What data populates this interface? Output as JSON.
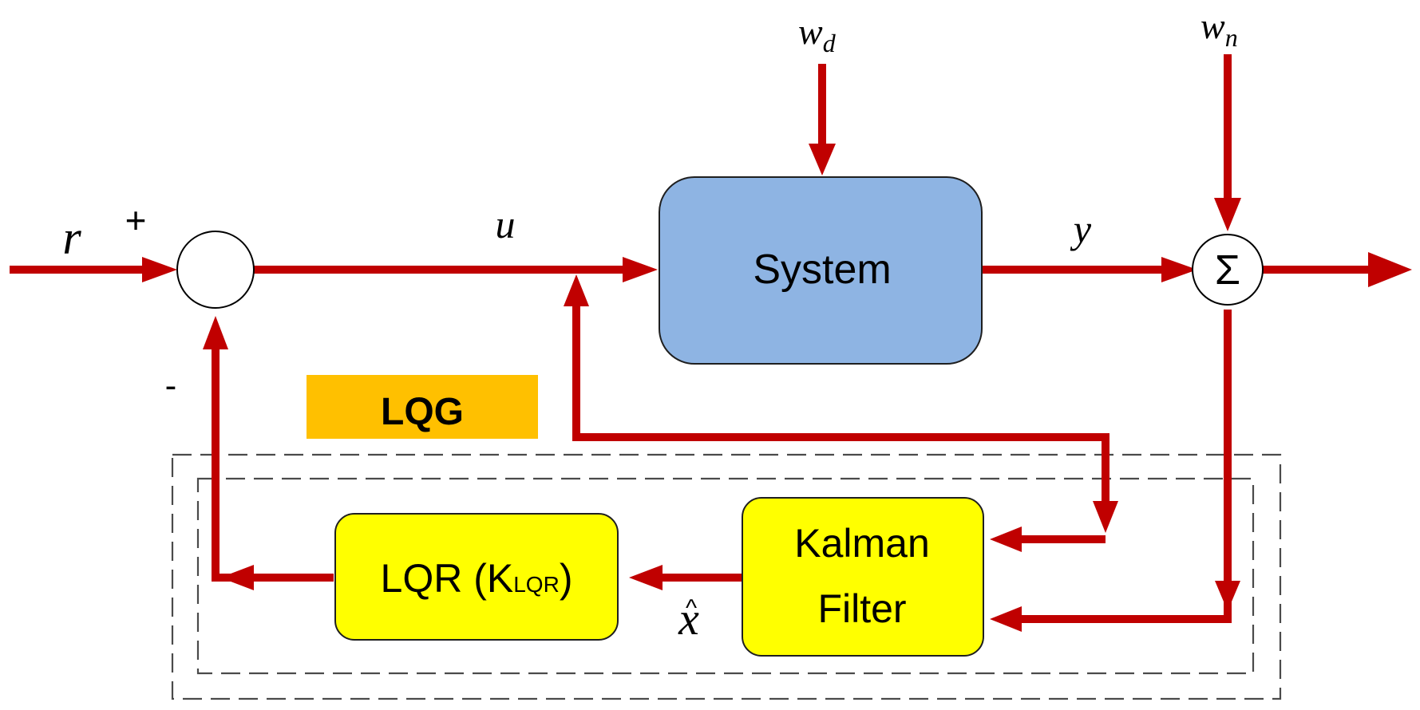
{
  "colors": {
    "signal_arrow": "#c00000",
    "system_block_fill": "#8eb4e3",
    "controller_block_fill": "#ffff00",
    "lqg_label_fill": "#ffc000",
    "boundary_dash": "#4a4a4a"
  },
  "signals": {
    "reference": "r",
    "control": "u",
    "output": "y",
    "disturbance_base": "w",
    "disturbance_sub": "d",
    "noise_base": "w",
    "noise_sub": "n",
    "estimate": "x"
  },
  "summing_junctions": {
    "reference_plus_sign": "+",
    "feedback_minus_sign": "-",
    "noise_sum_symbol": "Σ"
  },
  "blocks": {
    "system": "System",
    "kalman_line1": "Kalman",
    "kalman_line2": "Filter",
    "lqr_prefix": "LQR (",
    "lqr_gain": "K",
    "lqr_gain_sub": "LQR",
    "lqr_suffix": ")"
  },
  "labels": {
    "lqg": "LQG"
  }
}
